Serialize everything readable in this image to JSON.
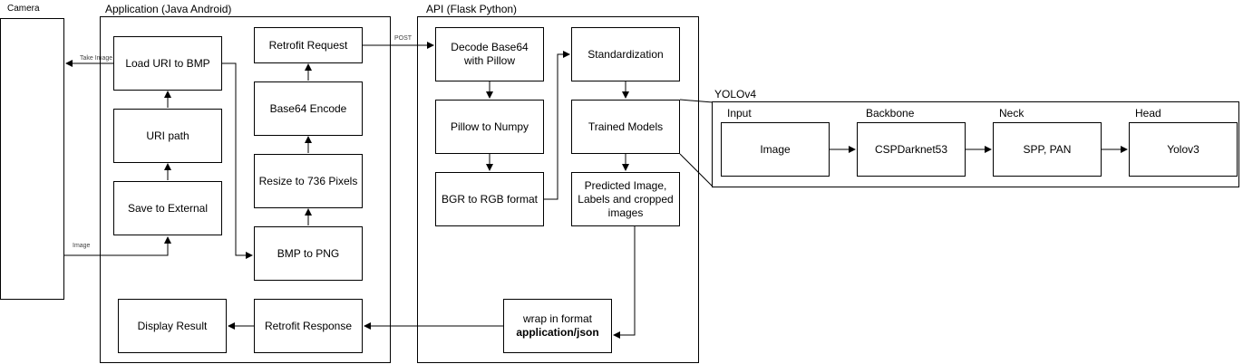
{
  "colors": {
    "stroke": "#000000",
    "fill": "#ffffff",
    "text": "#000000"
  },
  "containers": {
    "camera": "Camera",
    "application": "Application (Java Android)",
    "api": "API (Flask Python)",
    "yolo": "YOLOv4"
  },
  "yolo_stages": {
    "input": "Input",
    "backbone": "Backbone",
    "neck": "Neck",
    "head": "Head"
  },
  "nodes": {
    "load_uri": "Load URI to BMP",
    "uri_path": "URI path",
    "save_external": "Save to External",
    "retrofit_request": "Retrofit Request",
    "base64_encode": "Base64 Encode",
    "resize": "Resize to 736 Pixels",
    "bmp_png": "BMP to PNG",
    "display_result": "Display Result",
    "retrofit_response": "Retrofit Response",
    "decode_base64": "Decode Base64 with Pillow",
    "pillow_numpy": "Pillow to Numpy",
    "bgr_rgb": "BGR to RGB format",
    "standardization": "Standardization",
    "trained_models": "Trained Models",
    "predicted": "Predicted Image, Labels and cropped images",
    "wrap_line1": "wrap in format",
    "wrap_line2": "application/json",
    "image": "Image",
    "cspdarknet": "CSPDarknet53",
    "spp_pan": "SPP, PAN",
    "yolov3": "Yolov3"
  },
  "edge_labels": {
    "take_image": "Take Image",
    "image": "Image",
    "post": "POST"
  }
}
